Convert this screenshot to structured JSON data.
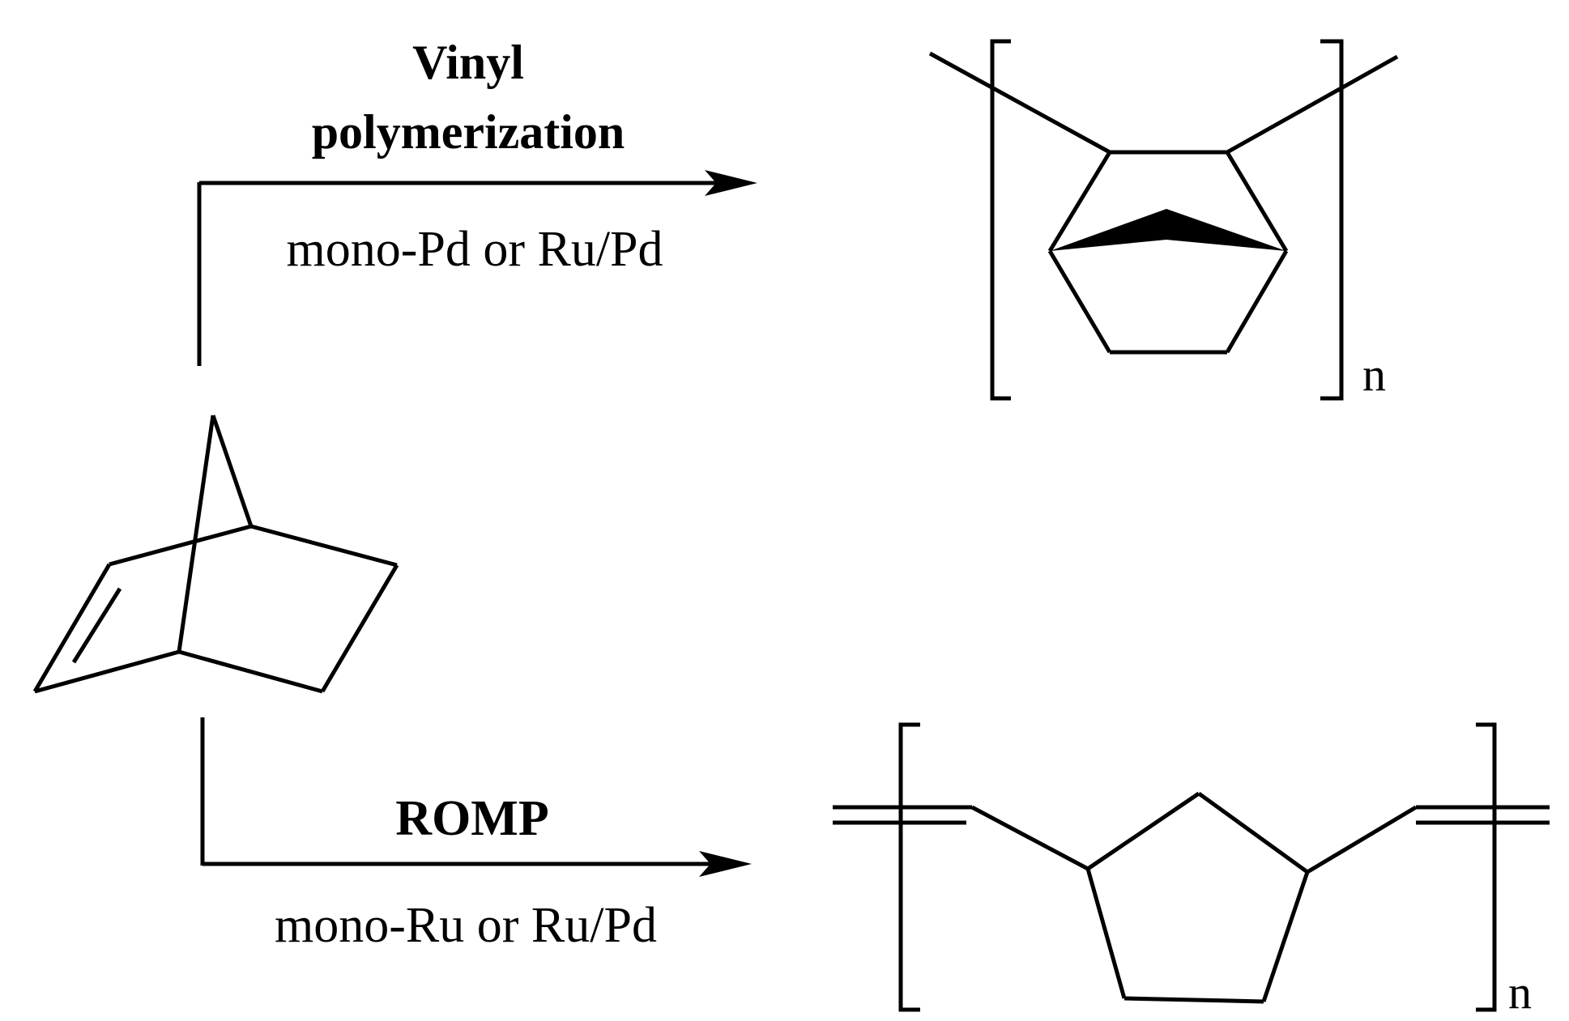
{
  "scheme": {
    "vinyl_route": {
      "method_line1": "Vinyl",
      "method_line2": "polymerization",
      "catalyst": "mono-Pd or Ru/Pd",
      "repeat_subscript": "n"
    },
    "romp_route": {
      "method": "ROMP",
      "catalyst": "mono-Ru or Ru/Pd",
      "repeat_subscript": "n"
    },
    "colors": {
      "ink": "#000000",
      "background": "#ffffff"
    }
  }
}
